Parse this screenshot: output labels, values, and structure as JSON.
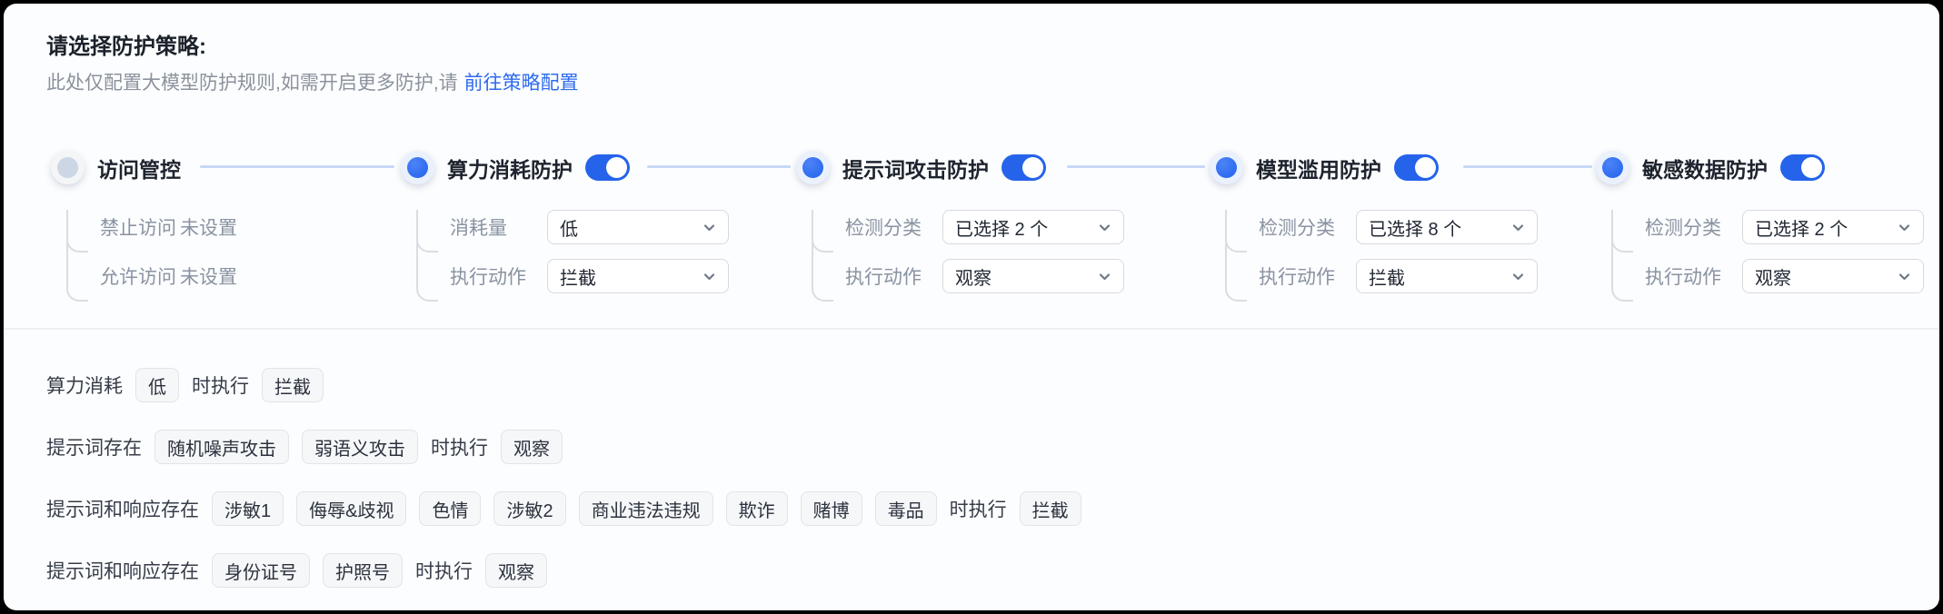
{
  "colors": {
    "accent": "#2e6bf0",
    "toggle_on": "#2563eb",
    "connector": "#c7d7f6",
    "inactive_dot": "#ccd6e4",
    "link": "#2e6bf0",
    "tag_bg": "#f6f7f9"
  },
  "icons": {
    "dropdown": "chevron-down"
  },
  "header": {
    "title": "请选择防护策略:",
    "subtitle": "此处仅配置大模型防护规则,如需开启更多防护,请",
    "link": "前往策略配置"
  },
  "steps": [
    {
      "label": "访问管控",
      "active": false,
      "toggle": null,
      "rows": [
        {
          "label": "禁止访问",
          "value": "未设置"
        },
        {
          "label": "允许访问",
          "value": "未设置"
        }
      ]
    },
    {
      "label": "算力消耗防护",
      "active": true,
      "toggle": "on",
      "rows": [
        {
          "label": "消耗量",
          "value": "低"
        },
        {
          "label": "执行动作",
          "value": "拦截"
        }
      ]
    },
    {
      "label": "提示词攻击防护",
      "active": true,
      "toggle": "on",
      "rows": [
        {
          "label": "检测分类",
          "value": "已选择 2 个"
        },
        {
          "label": "执行动作",
          "value": "观察"
        }
      ]
    },
    {
      "label": "模型滥用防护",
      "active": true,
      "toggle": "on",
      "rows": [
        {
          "label": "检测分类",
          "value": "已选择 8 个"
        },
        {
          "label": "执行动作",
          "value": "拦截"
        }
      ]
    },
    {
      "label": "敏感数据防护",
      "active": true,
      "toggle": "on",
      "rows": [
        {
          "label": "检测分类",
          "value": "已选择 2 个"
        },
        {
          "label": "执行动作",
          "value": "观察"
        }
      ]
    }
  ],
  "summary": {
    "rows": [
      {
        "prefix": "算力消耗",
        "tags": [
          "低"
        ],
        "middle": "时执行",
        "action": "拦截"
      },
      {
        "prefix": "提示词存在",
        "tags": [
          "随机噪声攻击",
          "弱语义攻击"
        ],
        "middle": "时执行",
        "action": "观察"
      },
      {
        "prefix": "提示词和响应存在",
        "tags": [
          "涉敏1",
          "侮辱&歧视",
          "色情",
          "涉敏2",
          "商业违法违规",
          "欺诈",
          "赌博",
          "毒品"
        ],
        "middle": "时执行",
        "action": "拦截"
      },
      {
        "prefix": "提示词和响应存在",
        "tags": [
          "身份证号",
          "护照号"
        ],
        "middle": "时执行",
        "action": "观察"
      }
    ]
  }
}
